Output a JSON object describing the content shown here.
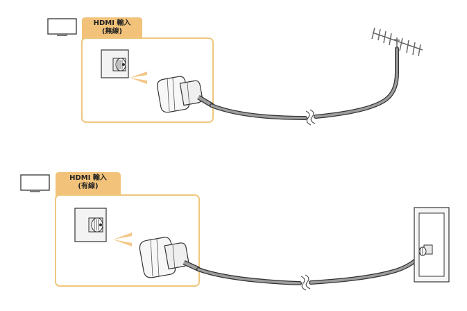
{
  "panels": [
    {
      "id": "antenna",
      "label_line1": "HDMI 輸入",
      "label_line2": "(無線)",
      "source": "antenna"
    },
    {
      "id": "wall-outlet",
      "label_line1": "HDMI 輸入",
      "label_line2": "(有線)",
      "source": "wall-outlet"
    }
  ],
  "icons": [
    "tv-icon",
    "antenna-icon",
    "wall-outlet-icon",
    "coax-port-icon",
    "coax-connector-icon",
    "arrow-right-icon",
    "cable-break-icon"
  ],
  "colors": {
    "accent": "#F2C27A",
    "panel_border": "#EEC77C",
    "tab_fill": "#F2C27A",
    "arrow": "#F4C787",
    "cable": "#9D9D9D",
    "outline": "#333333",
    "antenna": "#666666"
  }
}
